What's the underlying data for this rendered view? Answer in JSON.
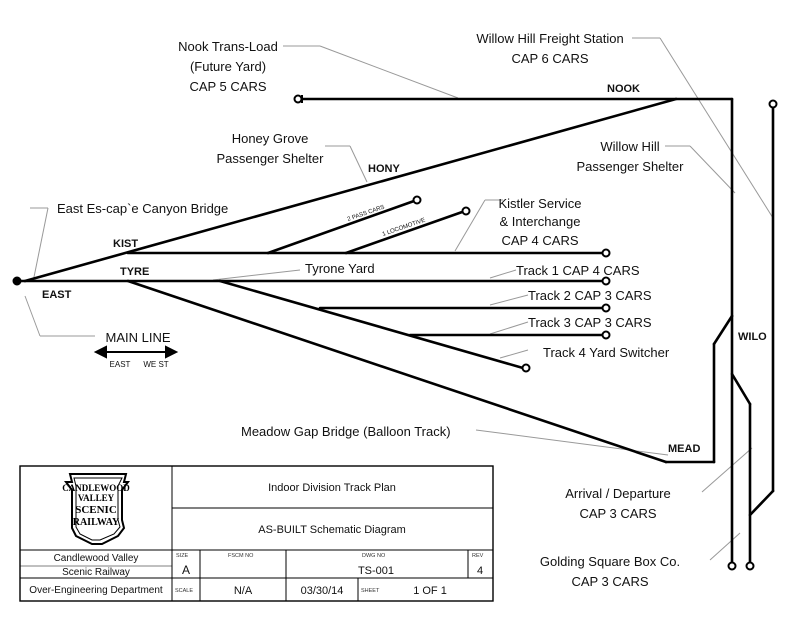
{
  "labels": {
    "nook_trans_load": [
      "Nook Trans-Load",
      "(Future Yard)",
      "CAP 5 CARS"
    ],
    "willow_freight": [
      "Willow Hill Freight Station",
      "CAP 6 CARS"
    ],
    "honey_grove": [
      "Honey Grove",
      "Passenger Shelter"
    ],
    "willow_shelter": [
      "Willow Hill",
      "Passenger Shelter"
    ],
    "east_bridge": "East Es-cap`e Canyon Bridge",
    "kistler": [
      "Kistler Service",
      "& Interchange",
      "CAP 4 CARS"
    ],
    "tyrone_yard": "Tyrone Yard",
    "track1": "Track 1 CAP 4 CARS",
    "track2": "Track 2 CAP 3 CARS",
    "track3": "Track 3 CAP 3 CARS",
    "track4": "Track 4 Yard Switcher",
    "main_line": "MAIN LINE",
    "main_east": "EAST",
    "main_west": "WE ST",
    "meadow_gap": "Meadow Gap Bridge (Balloon Track)",
    "arrival": [
      "Arrival / Departure",
      "CAP 3 CARS"
    ],
    "golding": [
      "Golding Square Box Co.",
      "CAP 3 CARS"
    ],
    "pass_cars": "2 PASS CARS",
    "locomotive": "1 LOCOMOTIVE"
  },
  "stations": {
    "nook": "NOOK",
    "hony": "HONY",
    "kist": "KIST",
    "tyre": "TYRE",
    "east": "EAST",
    "wilo": "WILO",
    "mead": "MEAD"
  },
  "title_block": {
    "logo": [
      "CANDLEWOOD",
      "VALLEY",
      "SCENIC",
      "RAILWAY"
    ],
    "title1": "Indoor Division Track Plan",
    "title2": "AS-BUILT Schematic Diagram",
    "company": [
      "Candlewood Valley",
      "Scenic Railway"
    ],
    "department": "Over-Engineering Department",
    "h_size": "SIZE",
    "h_fscm": "FSCM NO",
    "h_dwg": "DWG NO",
    "h_rev": "REV",
    "size": "A",
    "dwg": "TS-001",
    "rev": "4",
    "h_scale": "SCALE",
    "scale": "N/A",
    "date": "03/30/14",
    "h_sheet": "SHEET",
    "sheet": "1 OF 1"
  }
}
